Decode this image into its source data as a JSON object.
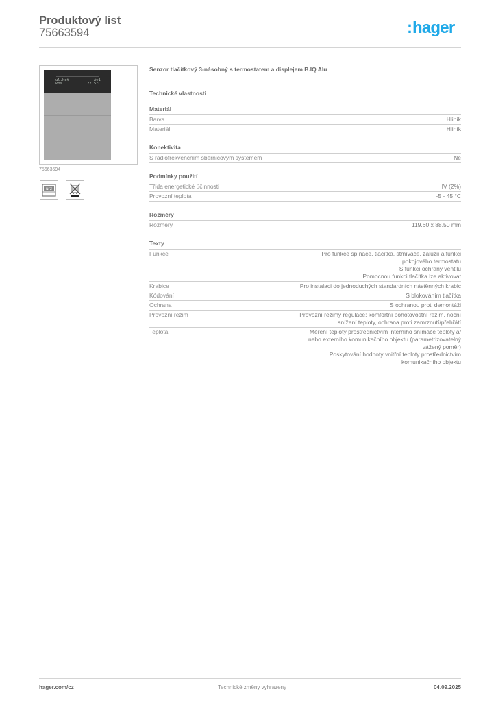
{
  "header": {
    "title": "Produktový list",
    "subtitle": "75663594",
    "logo_colon": ":",
    "logo_text": "hager",
    "brand_color": "#1fa9e8"
  },
  "product": {
    "image_caption": "75663594",
    "display_text_left_1": "ul.ket",
    "display_text_left_2": "Pos",
    "display_text_right_1": "Av1",
    "display_text_right_2": "22.5°C",
    "icons": [
      "nfz-standard-icon",
      "weee-crossed-bin-icon"
    ],
    "name": "Senzor tlačítkový 3-násobný s termostatem a displejem B.IQ Alu"
  },
  "specs": {
    "title": "Technické vlastnosti",
    "sections": [
      {
        "heading": "Materiál",
        "rows": [
          {
            "label": "Barva",
            "value": [
              "Hliník"
            ]
          },
          {
            "label": "Materiál",
            "value": [
              "Hliník"
            ]
          }
        ]
      },
      {
        "heading": "Konektivita",
        "rows": [
          {
            "label": "S radiofrekvenčním sběrnicovým systémem",
            "value": [
              "Ne"
            ]
          }
        ]
      },
      {
        "heading": "Podmínky použití",
        "rows": [
          {
            "label": "Třída energetické účinnosti",
            "value": [
              "IV (2%)"
            ]
          },
          {
            "label": "Provozní teplota",
            "value": [
              "-5 - 45 °C"
            ]
          }
        ]
      },
      {
        "heading": "Rozměry",
        "rows": [
          {
            "label": "Rozměry",
            "value": [
              "119.60 x 88.50 mm"
            ]
          }
        ]
      },
      {
        "heading": "Texty",
        "rows": [
          {
            "label": "Funkce",
            "value": [
              "Pro funkce spínače, tlačítka, stmívače, žaluzií a funkci",
              "pokojového termostatu",
              "S funkcí ochrany ventilu",
              "Pomocnou funkci tlačítka lze aktivovat"
            ]
          },
          {
            "label": "Krabice",
            "value": [
              "Pro instalaci do jednoduchých standardních nástěnných krabic"
            ]
          },
          {
            "label": "Kódování",
            "value": [
              "S blokováním tlačítka"
            ]
          },
          {
            "label": "Ochrana",
            "value": [
              "S ochranou proti demontáži"
            ]
          },
          {
            "label": "Provozní režim",
            "value": [
              "Provozní režimy regulace: komfortní pohotovostní režim, noční",
              "snížení teploty, ochrana proti zamrznutí/přehřátí"
            ]
          },
          {
            "label": "Teplota",
            "value": [
              "Měření teploty prostřednictvím interního snímače teploty a/",
              "nebo externího komunikačního objektu (parametrizovatelný",
              "vážený poměr)",
              "Poskytování hodnoty vnitřní teploty prostřednictvím",
              "komunikačního objektu"
            ]
          }
        ]
      }
    ]
  },
  "footer": {
    "website": "hager.com/cz",
    "notice": "Technické změny vyhrazeny",
    "date": "04.09.2025"
  }
}
